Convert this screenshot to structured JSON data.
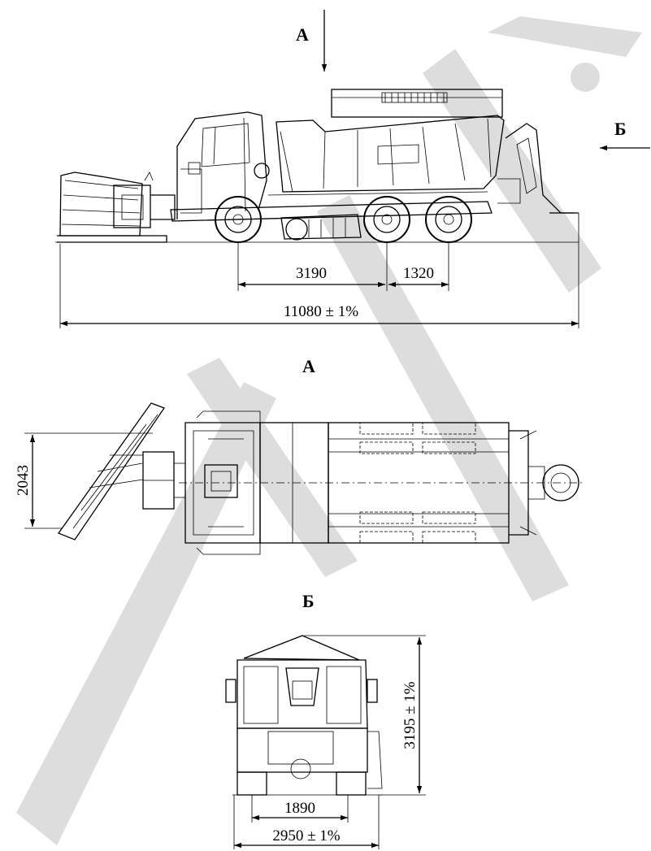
{
  "labels": {
    "view_a_arrow": "А",
    "view_b_arrow": "Б",
    "view_a_title": "А",
    "view_b_title": "Б"
  },
  "dimensions": {
    "wheelbase_front": "3190",
    "wheelbase_rear": "1320",
    "overall_length": "11080 ± 1%",
    "plow_width": "2043",
    "overall_height": "3195 ± 1%",
    "track_width": "1890",
    "overall_width": "2950 ± 1%"
  },
  "colors": {
    "line": "#000000",
    "watermark": "#dddddd"
  }
}
